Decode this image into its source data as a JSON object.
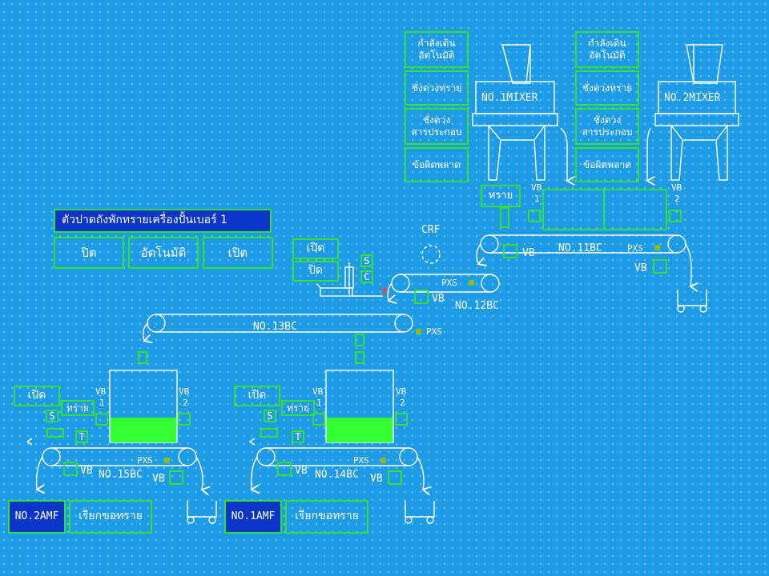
{
  "mixer1": {
    "status_auto": "กำลังเดิน อัตโนมัติ",
    "weigh_sand": "ชั่งตวงทราย",
    "weigh_ingredient": "ชั่งตวง สารประกอบ",
    "error": "ข้อผิดพลาด",
    "label": "NO.1MIXER"
  },
  "mixer2": {
    "status_auto": "กำลังเดิน อัตโนมัติ",
    "weigh_sand": "ชั่งตวงทราย",
    "weigh_ingredient": "ชั่งตวง สารประกอบ",
    "error": "ข้อผิดพลาด",
    "label": "NO.2MIXER"
  },
  "gate_panel": {
    "title": "ตัวปาดถังพักทรายเครื่องปั้นเบอร์ 1",
    "btn_close": "ปิด",
    "btn_auto": "อัตโนมัติ",
    "btn_open": "เปิด"
  },
  "labels": {
    "sand": "ทราย",
    "vb": "VB",
    "vb1": "1",
    "vb2": "2",
    "pxs": "PXS",
    "crf": "CRF",
    "s": "S",
    "c": "C",
    "t": "T",
    "open": "เปิด",
    "close": "ปิด",
    "bc11": "NO.11BC",
    "bc12": "NO.12BC",
    "bc13": "NO.13BC",
    "bc14": "NO.14BC",
    "bc15": "NO.15BC"
  },
  "amf2": {
    "label": "NO.2AMF",
    "request": "เรียกขอทราย",
    "open": "เปิด",
    "sand": "ทราย",
    "hopper_level": 0.35
  },
  "amf1": {
    "label": "NO.1AMF",
    "request": "เรียกขอทราย",
    "open": "เปิด",
    "sand": "ทราย",
    "hopper_level": 0.35
  },
  "colors": {
    "background": "#1e9be6",
    "frame": "#35e035",
    "fill": "#33ff33",
    "highlight": "#0b35c8"
  }
}
